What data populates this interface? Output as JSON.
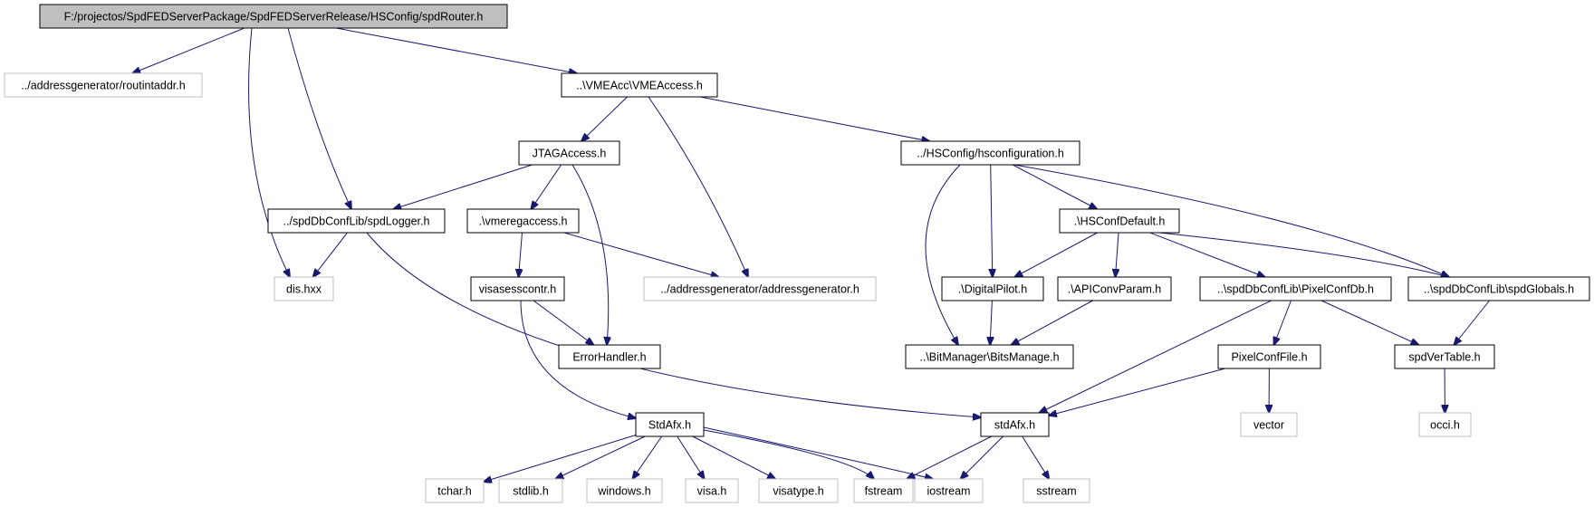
{
  "colors": {
    "edge": "#191970",
    "root_fill": "#bfbfbf",
    "root_stroke": "#000000",
    "node_fill": "#ffffff",
    "node_stroke": "#000000",
    "external_stroke": "#bfbfbf"
  },
  "nodes": [
    {
      "id": "root",
      "label": "F:/projectos/SpdFEDServerPackage/SpdFEDServerRelease/HSConfig/spdRouter.h",
      "kind": "root"
    },
    {
      "id": "routintaddr",
      "label": "../addressgenerator/routintaddr.h",
      "kind": "external"
    },
    {
      "id": "vmeaccess",
      "label": "..\\VMEAcc\\VMEAccess.h",
      "kind": "node"
    },
    {
      "id": "jtagaccess",
      "label": "JTAGAccess.h",
      "kind": "node"
    },
    {
      "id": "hsconfiguration",
      "label": "../HSConfig/hsconfiguration.h",
      "kind": "node"
    },
    {
      "id": "spdlogger",
      "label": "../spdDbConfLib/spdLogger.h",
      "kind": "node"
    },
    {
      "id": "vmeregaccess",
      "label": ".\\vmeregaccess.h",
      "kind": "node"
    },
    {
      "id": "hsconfdefault",
      "label": ".\\HSConfDefault.h",
      "kind": "node"
    },
    {
      "id": "dishxx",
      "label": "dis.hxx",
      "kind": "external"
    },
    {
      "id": "visasesscontr",
      "label": "visasesscontr.h",
      "kind": "node"
    },
    {
      "id": "addressgenerator",
      "label": "../addressgenerator/addressgenerator.h",
      "kind": "external"
    },
    {
      "id": "digitalpilot",
      "label": ".\\DigitalPilot.h",
      "kind": "node"
    },
    {
      "id": "apiconvparam",
      "label": ".\\APIConvParam.h",
      "kind": "node"
    },
    {
      "id": "pixelconfdb",
      "label": "..\\spdDbConfLib\\PixelConfDb.h",
      "kind": "node"
    },
    {
      "id": "spdglobals",
      "label": "..\\spdDbConfLib\\spdGlobals.h",
      "kind": "node"
    },
    {
      "id": "errorhandler",
      "label": "ErrorHandler.h",
      "kind": "node"
    },
    {
      "id": "bitsmanage",
      "label": "..\\BitManager\\BitsManage.h",
      "kind": "node"
    },
    {
      "id": "pixelconffile",
      "label": "PixelConfFile.h",
      "kind": "node"
    },
    {
      "id": "spdvertable",
      "label": "spdVerTable.h",
      "kind": "node"
    },
    {
      "id": "stdafx_cap",
      "label": "StdAfx.h",
      "kind": "node"
    },
    {
      "id": "stdafx_low",
      "label": "stdAfx.h",
      "kind": "node"
    },
    {
      "id": "vector",
      "label": "vector",
      "kind": "external"
    },
    {
      "id": "occih",
      "label": "occi.h",
      "kind": "external"
    },
    {
      "id": "tcharh",
      "label": "tchar.h",
      "kind": "external"
    },
    {
      "id": "stdlibh",
      "label": "stdlib.h",
      "kind": "external"
    },
    {
      "id": "windowsh",
      "label": "windows.h",
      "kind": "external"
    },
    {
      "id": "visah",
      "label": "visa.h",
      "kind": "external"
    },
    {
      "id": "visatypeh",
      "label": "visatype.h",
      "kind": "external"
    },
    {
      "id": "fstream",
      "label": "fstream",
      "kind": "external"
    },
    {
      "id": "iostream",
      "label": "iostream",
      "kind": "external"
    },
    {
      "id": "sstream",
      "label": "sstream",
      "kind": "external"
    }
  ],
  "edges": [
    {
      "from": "root",
      "to": "routintaddr"
    },
    {
      "from": "root",
      "to": "vmeaccess"
    },
    {
      "from": "root",
      "to": "spdlogger"
    },
    {
      "from": "root",
      "to": "dishxx"
    },
    {
      "from": "vmeaccess",
      "to": "jtagaccess"
    },
    {
      "from": "vmeaccess",
      "to": "hsconfiguration"
    },
    {
      "from": "vmeaccess",
      "to": "addressgenerator"
    },
    {
      "from": "jtagaccess",
      "to": "spdlogger"
    },
    {
      "from": "jtagaccess",
      "to": "vmeregaccess"
    },
    {
      "from": "jtagaccess",
      "to": "errorhandler"
    },
    {
      "from": "spdlogger",
      "to": "dishxx"
    },
    {
      "from": "spdlogger",
      "to": "stdafx_low"
    },
    {
      "from": "vmeregaccess",
      "to": "visasesscontr"
    },
    {
      "from": "vmeregaccess",
      "to": "addressgenerator"
    },
    {
      "from": "visasesscontr",
      "to": "errorhandler"
    },
    {
      "from": "visasesscontr",
      "to": "stdafx_cap"
    },
    {
      "from": "hsconfiguration",
      "to": "hsconfdefault"
    },
    {
      "from": "hsconfiguration",
      "to": "digitalpilot"
    },
    {
      "from": "hsconfiguration",
      "to": "bitsmanage"
    },
    {
      "from": "hsconfiguration",
      "to": "spdglobals"
    },
    {
      "from": "hsconfdefault",
      "to": "digitalpilot"
    },
    {
      "from": "hsconfdefault",
      "to": "apiconvparam"
    },
    {
      "from": "hsconfdefault",
      "to": "pixelconfdb"
    },
    {
      "from": "hsconfdefault",
      "to": "spdglobals"
    },
    {
      "from": "digitalpilot",
      "to": "bitsmanage"
    },
    {
      "from": "apiconvparam",
      "to": "bitsmanage"
    },
    {
      "from": "pixelconfdb",
      "to": "pixelconffile"
    },
    {
      "from": "pixelconfdb",
      "to": "spdvertable"
    },
    {
      "from": "pixelconfdb",
      "to": "stdafx_low"
    },
    {
      "from": "spdglobals",
      "to": "spdvertable"
    },
    {
      "from": "pixelconffile",
      "to": "vector"
    },
    {
      "from": "pixelconffile",
      "to": "stdafx_low"
    },
    {
      "from": "spdvertable",
      "to": "occih"
    },
    {
      "from": "stdafx_cap",
      "to": "tcharh"
    },
    {
      "from": "stdafx_cap",
      "to": "stdlibh"
    },
    {
      "from": "stdafx_cap",
      "to": "windowsh"
    },
    {
      "from": "stdafx_cap",
      "to": "visah"
    },
    {
      "from": "stdafx_cap",
      "to": "visatypeh"
    },
    {
      "from": "stdafx_cap",
      "to": "fstream"
    },
    {
      "from": "stdafx_cap",
      "to": "iostream"
    },
    {
      "from": "stdafx_low",
      "to": "fstream"
    },
    {
      "from": "stdafx_low",
      "to": "iostream"
    },
    {
      "from": "stdafx_low",
      "to": "sstream"
    }
  ]
}
